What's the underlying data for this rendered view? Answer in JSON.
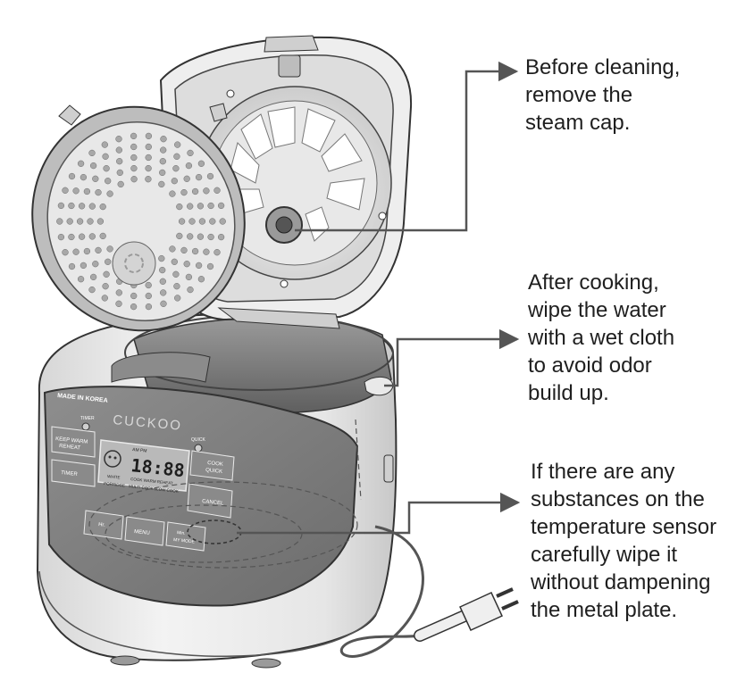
{
  "notes": {
    "steam_cap": [
      "Before cleaning,",
      "remove the",
      "steam cap."
    ],
    "wipe_water": [
      "After cooking,",
      "wipe the water",
      "with a wet cloth",
      "to avoid odor",
      "build up."
    ],
    "sensor": [
      "If there are any",
      "substances on the",
      "temperature sensor",
      "carefully wipe it",
      "without dampening",
      "the metal plate."
    ]
  },
  "panel": {
    "made_in": "MADE IN KOREA",
    "brand": "CUCKOO",
    "timer_led": "TIMER",
    "quick_led": "QUICK",
    "btn_keep_warm_1": "KEEP WARM",
    "btn_keep_warm_2": "REHEAT",
    "btn_timer": "TIMER",
    "btn_hr": "Hr.",
    "btn_menu": "MENU",
    "btn_mymode_1": "Min.",
    "btn_mymode_2": "MY MODE",
    "btn_cook_1": "COOK",
    "btn_cook_2": "QUICK",
    "btn_cancel": "CANCEL",
    "display_digits": "18:88",
    "display_top": "AM PM",
    "display_modes": "COOK  WARM  REHEAT",
    "display_row1": "WHITE",
    "display_row2a": "PORRIDGE",
    "display_row2b": "MULTI COOK",
    "display_row2c": "SLOW COOK"
  },
  "colors": {
    "outline": "#333333",
    "body_light": "#eeeeee",
    "panel_dark": "#7d7d7d",
    "callout_line": "#555555"
  }
}
